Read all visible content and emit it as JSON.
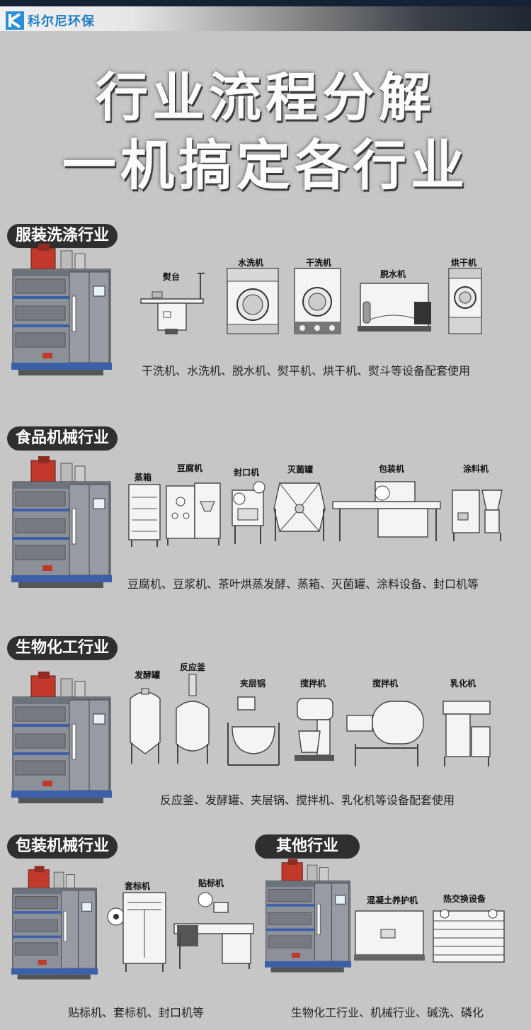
{
  "brand": {
    "name": "科尔尼环保",
    "color": "#2a8fd6"
  },
  "headline": {
    "line1": "行业流程分解",
    "line2": "一机搞定各行业"
  },
  "sections": [
    {
      "title": "服装洗涤行业",
      "items": [
        "熨台",
        "水洗机",
        "干洗机",
        "脱水机",
        "烘干机"
      ],
      "caption": "干洗机、水洗机、脱水机、熨平机、烘干机、熨斗等设备配套使用"
    },
    {
      "title": "食品机械行业",
      "items": [
        "蒸箱",
        "豆腐机",
        "封口机",
        "灭菌罐",
        "包装机",
        "涂料机"
      ],
      "caption": "豆腐机、豆浆机、茶叶烘蒸发酵、蒸箱、灭菌罐、涂料设备、封口机等"
    },
    {
      "title": "生物化工行业",
      "items": [
        "发酵罐",
        "反应釜",
        "夹层锅",
        "搅拌机",
        "搅拌机",
        "乳化机"
      ],
      "caption": "反应釜、发酵罐、夹层锅、搅拌机、乳化机等设备配套使用"
    },
    {
      "title": "包装机械行业",
      "items": [
        "套标机",
        "贴标机"
      ],
      "caption": "贴标机、套标机、封口机等"
    },
    {
      "title": "其他行业",
      "items": [
        "混凝土养护机",
        "热交换设备"
      ],
      "caption": "生物化工行业、机械行业、碱洗、磷化"
    }
  ]
}
